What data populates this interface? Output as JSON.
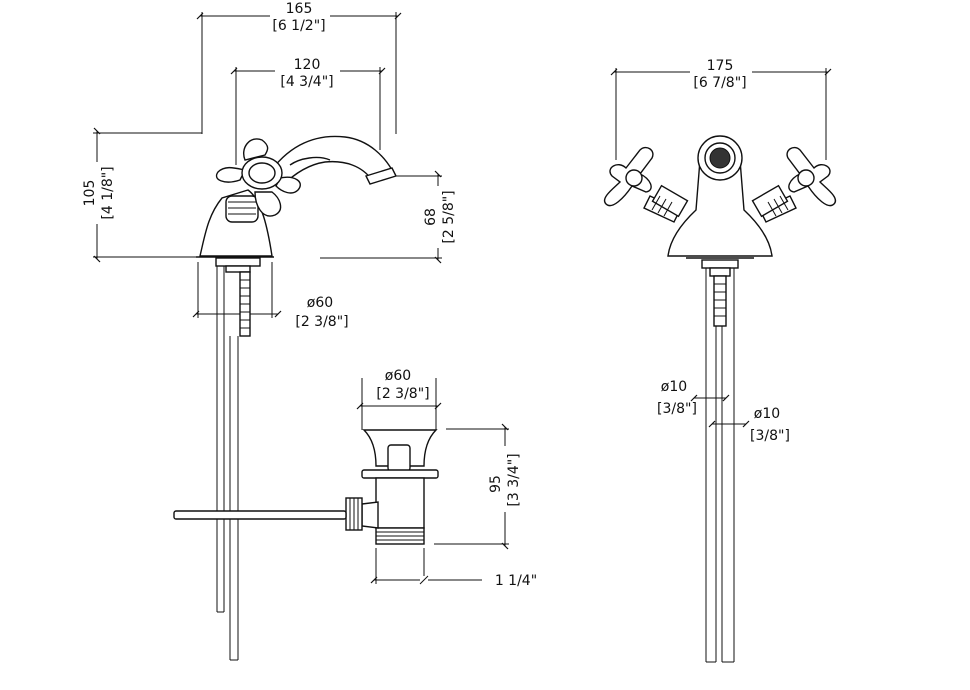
{
  "side_view": {
    "width_overall": {
      "value": "165",
      "inch": "[6 1/2\"]"
    },
    "spout_reach": {
      "value": "120",
      "inch": "[4 3/4\"]"
    },
    "height_overall": {
      "value": "105",
      "inch": "[4 1/8\"]"
    },
    "spout_height": {
      "value": "68",
      "inch": "[2 5/8\"]"
    },
    "base_diameter": {
      "value": "ø60",
      "inch": "[2 3/8\"]"
    }
  },
  "front_view": {
    "handle_span": {
      "value": "175",
      "inch": "[6 7/8\"]"
    },
    "pipe_left": {
      "value": "ø10",
      "inch": "[3/8\"]"
    },
    "pipe_right": {
      "value": "ø10",
      "inch": "[3/8\"]"
    }
  },
  "drain": {
    "flange_diameter": {
      "value": "ø60",
      "inch": "[2 3/8\"]"
    },
    "height": {
      "value": "95",
      "inch": "[3 3/4\"]"
    },
    "thread_size": "1 1/4\""
  }
}
